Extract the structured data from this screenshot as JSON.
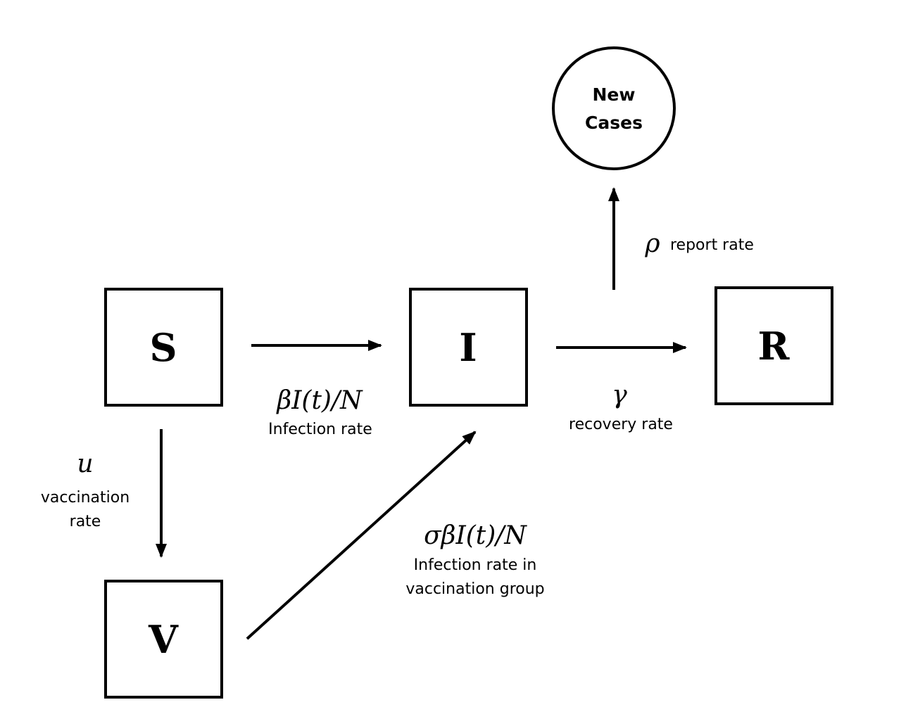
{
  "nodes": {
    "S": {
      "label": "S"
    },
    "I": {
      "label": "I"
    },
    "R": {
      "label": "R"
    },
    "V": {
      "label": "V"
    },
    "new_cases": {
      "line1": "New",
      "line2": "Cases"
    }
  },
  "edges": {
    "infection": {
      "symbol": "βI(t)/N",
      "description": "Infection rate"
    },
    "recovery": {
      "symbol": "γ",
      "description": "recovery rate"
    },
    "report": {
      "symbol": "ρ",
      "description": "report rate"
    },
    "vaccination": {
      "symbol": "u",
      "description_line1": "vaccination",
      "description_line2": "rate"
    },
    "vaccinated_infection": {
      "symbol": "σβI(t)/N",
      "description_line1": "Infection rate in",
      "description_line2": "vaccination group"
    }
  },
  "colors": {
    "stroke": "#000000",
    "background": "#ffffff"
  }
}
